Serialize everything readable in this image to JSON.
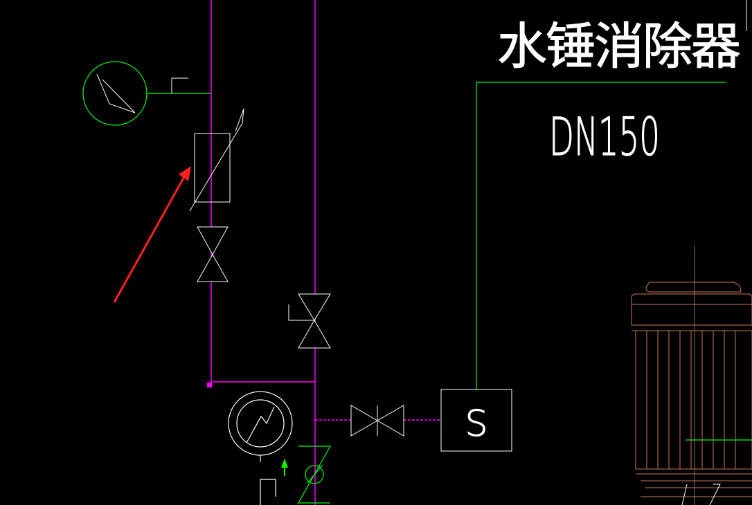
{
  "diagram": {
    "title": "水锤消除器",
    "pipe_size_label": "DN150",
    "symbol_s_label": "S",
    "colors": {
      "background": "#000000",
      "magenta_pipe": "#ff00ff",
      "green_line": "#00ff00",
      "white_symbol": "#ffffff",
      "annotation_arrow": "#ff2020",
      "pump_outline": "#c8785a",
      "small_flag": "#00ff00"
    }
  }
}
